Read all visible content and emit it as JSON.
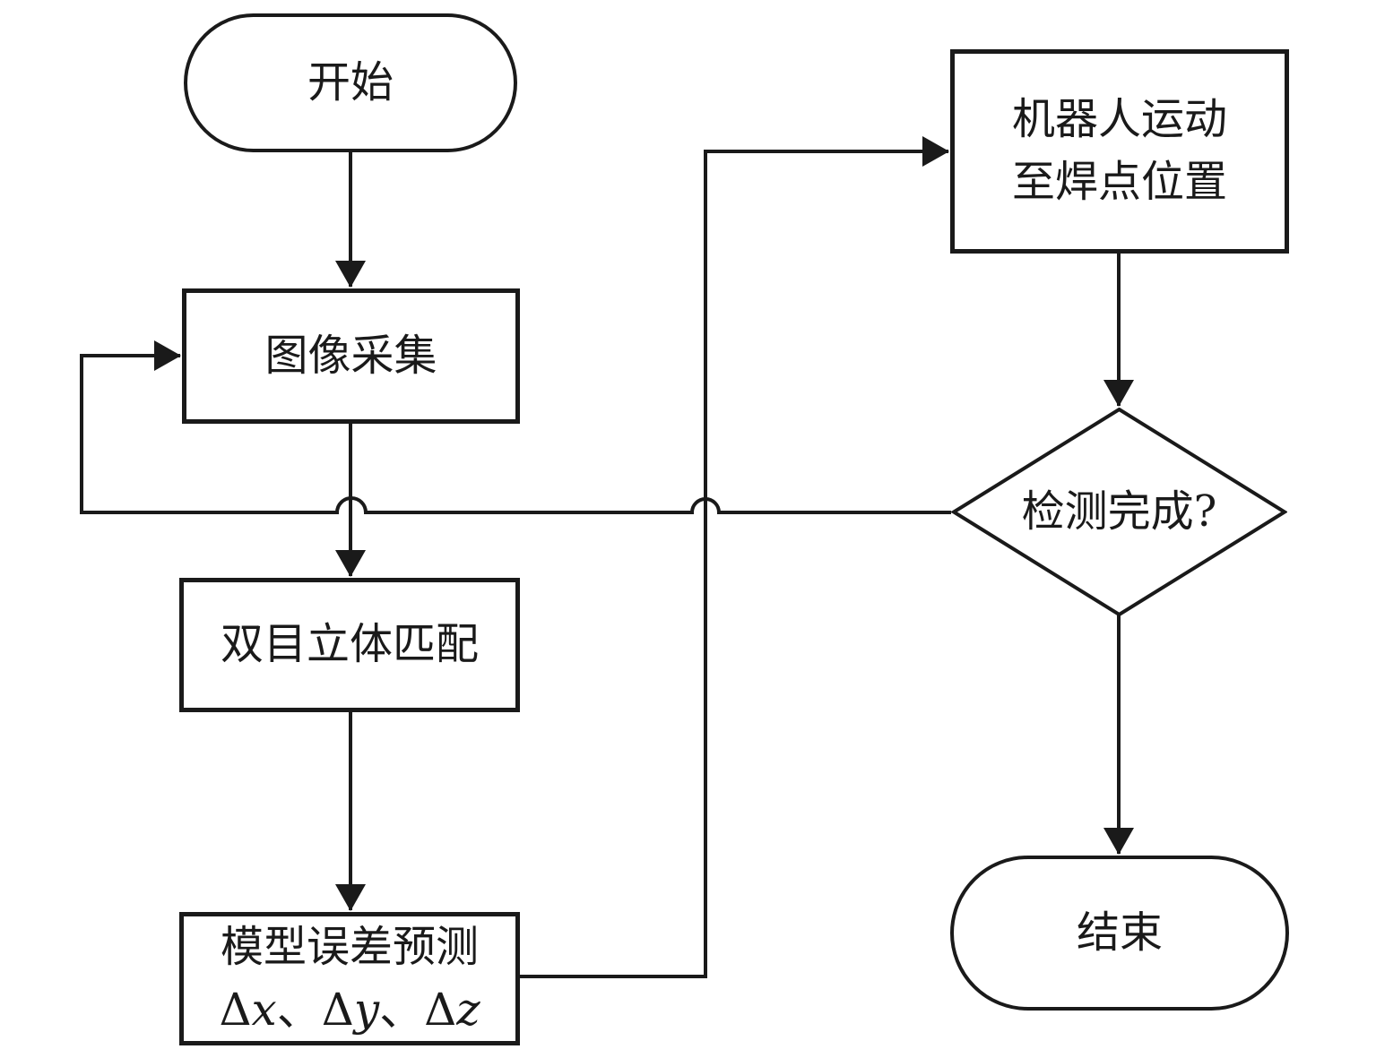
{
  "flowchart": {
    "background": "#ffffff",
    "stroke_color": "#1a1a1a",
    "nodes": {
      "start": {
        "type": "terminator",
        "label": "开始"
      },
      "capture": {
        "type": "process",
        "label": "图像采集"
      },
      "stereo": {
        "type": "process",
        "label": "双目立体匹配"
      },
      "model": {
        "type": "process",
        "line1": "模型误差预测",
        "delta": {
          "d1": "Δ",
          "v1": "x",
          "s1": "、",
          "d2": "Δ",
          "v2": "y",
          "s2": "、",
          "d3": "Δ",
          "v3": "z"
        }
      },
      "robot": {
        "type": "process",
        "line1": "机器人运动",
        "line2": "至焊点位置"
      },
      "decision": {
        "type": "decision",
        "label": "检测完成?"
      },
      "end": {
        "type": "terminator",
        "label": "结束"
      }
    },
    "edges": [
      {
        "from": "start",
        "to": "capture",
        "arrow": true
      },
      {
        "from": "capture",
        "to": "stereo",
        "arrow": true
      },
      {
        "from": "stereo",
        "to": "model",
        "arrow": true
      },
      {
        "from": "model",
        "to": "robot",
        "arrow": true
      },
      {
        "from": "robot",
        "to": "decision",
        "arrow": true
      },
      {
        "from": "decision",
        "to": "end",
        "arrow": true
      },
      {
        "from": "decision",
        "to": "capture",
        "arrow": true,
        "note": "feedback loop with two line hops"
      }
    ]
  }
}
